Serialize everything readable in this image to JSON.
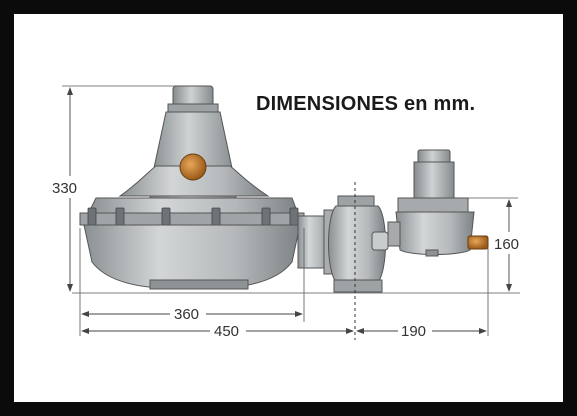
{
  "title": "DIMENSIONES en mm.",
  "dimensions": {
    "height_overall": "330",
    "height_small": "160",
    "width_diaphragm": "360",
    "width_to_centerline": "450",
    "width_pilot": "190"
  },
  "colors": {
    "border": "#0b0b0b",
    "body_metal": "#b9bdbf",
    "body_shadow": "#8f9598",
    "brass_plug": "#c7832f",
    "dimension_line": "#444444"
  }
}
